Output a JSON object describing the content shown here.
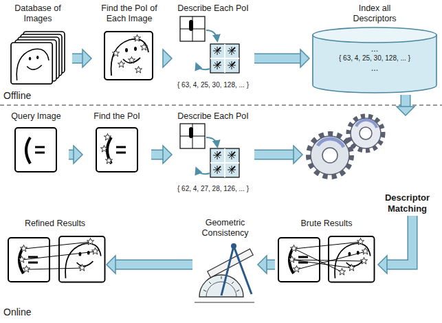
{
  "diagram": {
    "nodes": [
      {
        "text": [
          "Database of Images"
        ]
      },
      {
        "text": [
          "Find the PoI of Each Image"
        ]
      },
      {
        "text": [
          "Describe Each PoI",
          "{ 63, 4, 25, 30, 128, ... }"
        ]
      },
      {
        "text": [
          "Index all Descriptors",
          "...",
          "{ 63, 4, 25, 30, 128, ... }",
          "..."
        ]
      },
      {
        "text": [
          "Query Image"
        ]
      },
      {
        "text": [
          "Find the PoI"
        ]
      },
      {
        "text": [
          "Describe Each PoI",
          "{ 62, 4, 27, 28, 126, ... }"
        ]
      },
      {
        "text": [
          "Descriptor Matching"
        ]
      },
      {
        "text": [
          "Brute Results"
        ]
      },
      {
        "text": [
          "Geometric Consistency"
        ]
      },
      {
        "text": [
          "Refined Results"
        ]
      }
    ],
    "edges": [
      {
        "from": 0,
        "to": 1,
        "arrow": "to"
      },
      {
        "from": 1,
        "to": 2,
        "arrow": "to"
      },
      {
        "from": 2,
        "to": 3,
        "arrow": "to"
      },
      {
        "from": 3,
        "to": 7,
        "arrow": "to"
      },
      {
        "from": 4,
        "to": 5,
        "arrow": "to"
      },
      {
        "from": 5,
        "to": 6,
        "arrow": "to"
      },
      {
        "from": 6,
        "to": 7,
        "arrow": "to"
      },
      {
        "from": 7,
        "to": 8,
        "arrow": "to"
      },
      {
        "from": 8,
        "to": 9,
        "arrow": "to"
      },
      {
        "from": 9,
        "to": 10,
        "arrow": "to"
      }
    ],
    "labels": [
      "Offline",
      "Online"
    ]
  }
}
